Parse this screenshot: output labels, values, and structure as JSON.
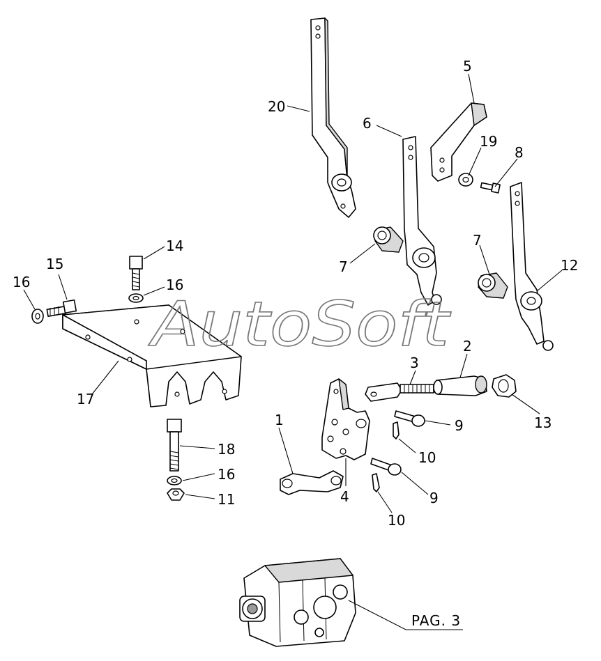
{
  "watermark": "AutoSoft",
  "callouts": {
    "c1": "1",
    "c2": "2",
    "c3": "3",
    "c4": "4",
    "c5": "5",
    "c6": "6",
    "c7a": "7",
    "c7b": "7",
    "c8": "8",
    "c9a": "9",
    "c9b": "9",
    "c10a": "10",
    "c10b": "10",
    "c11": "11",
    "c12": "12",
    "c13": "13",
    "c14": "14",
    "c15": "15",
    "c16a": "16",
    "c16b": "16",
    "c16c": "16",
    "c17": "17",
    "c18": "18",
    "c19": "19",
    "c20": "20"
  },
  "page_reference": "PAG. 3"
}
